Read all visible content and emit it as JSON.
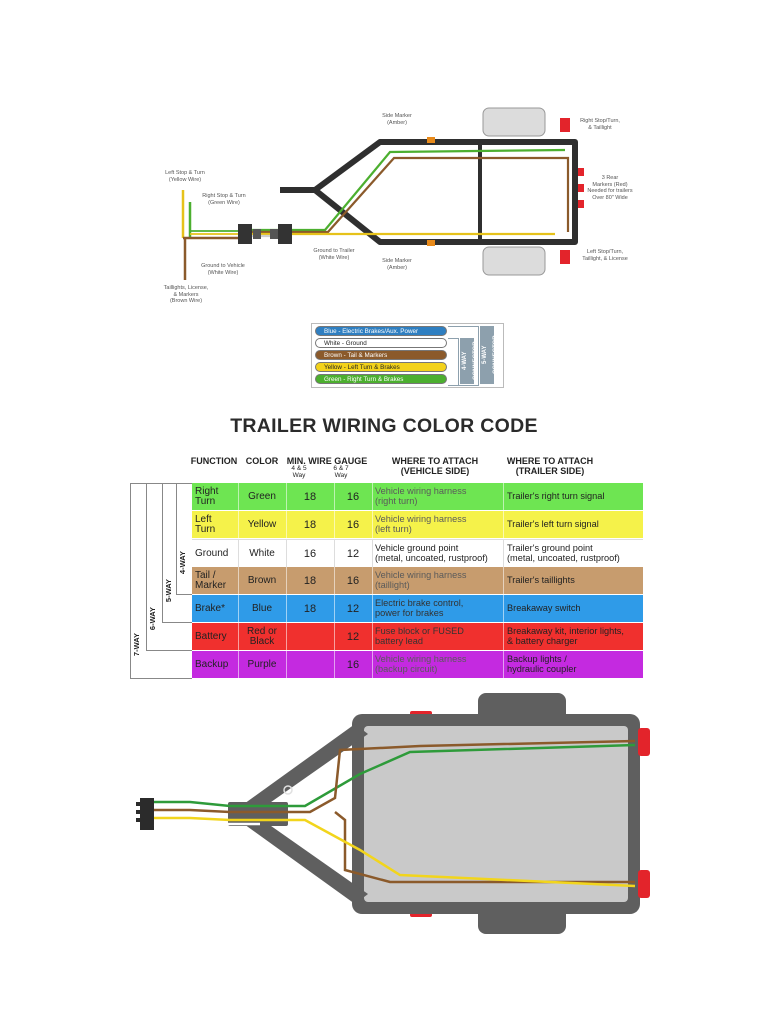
{
  "top_diagram": {
    "labels": {
      "side_marker_top": "Side Marker\n(Amber)",
      "right_stop_turn": "Right Stop/Turn,\n& Taillight",
      "three_rear_markers": "3 Rear\nMarkers (Red)\nNeeded for trailers\nOver 80\" Wide",
      "left_stop_turn_wire": "Left Stop & Turn\n(Yellow Wire)",
      "right_stop_turn_wire": "Right Stop & Turn\n(Green Wire)",
      "ground_to_vehicle": "Ground to Vehicle\n(White Wire)",
      "ground_to_trailer": "Ground to Trailer\n(White Wire)",
      "side_marker_bottom": "Side Marker\n(Amber)",
      "left_stop_turn_tail": "Left Stop/Turn,\nTaillight, & License",
      "taillights_license": "Taillights, License,\n& Markers\n(Brown Wire)"
    }
  },
  "legend": {
    "items": [
      {
        "label": "Blue - Electric Brakes/Aux. Power",
        "color": "#2f7fc1",
        "text_color": "#ffffff"
      },
      {
        "label": "White - Ground",
        "color": "#ffffff",
        "text_color": "#222222"
      },
      {
        "label": "Brown - Tail & Markers",
        "color": "#8b5a2b",
        "text_color": "#ffffff"
      },
      {
        "label": "Yellow - Left Turn & Brakes",
        "color": "#f3d21b",
        "text_color": "#222222"
      },
      {
        "label": "Green - Right Turn & Brakes",
        "color": "#4caf2f",
        "text_color": "#ffffff"
      }
    ],
    "connector_4way": "4-WAY CONNECTOR",
    "connector_5way": "5-WAY CONNECTOR"
  },
  "title": "TRAILER WIRING COLOR CODE",
  "table": {
    "headers": {
      "function": "FUNCTION",
      "color": "COLOR",
      "min_wire_gauge": "MIN. WIRE GAUGE",
      "gauge_45": "4 & 5\nWay",
      "gauge_67": "6 & 7\nWay",
      "vehicle_side": "WHERE TO ATTACH\n(VEHICLE SIDE)",
      "trailer_side": "WHERE TO ATTACH\n(TRAILER SIDE)"
    },
    "way_labels": [
      "7-WAY",
      "6-WAY",
      "5-WAY",
      "4-WAY"
    ],
    "rows": [
      {
        "function": "Right\nTurn",
        "color": "Green",
        "g45": "18",
        "g67": "16",
        "vehicle": "Vehicle wiring harness\n(right turn)",
        "trailer": "Trailer's right turn signal",
        "bg": "#6ee552",
        "vehicle_color": "#5a5a5a"
      },
      {
        "function": "Left\nTurn",
        "color": "Yellow",
        "g45": "18",
        "g67": "16",
        "vehicle": "Vehicle wiring harness\n(left turn)",
        "trailer": "Trailer's left turn signal",
        "bg": "#f5f24a",
        "vehicle_color": "#5a5a5a"
      },
      {
        "function": "Ground",
        "color": "White",
        "g45": "16",
        "g67": "12",
        "vehicle": "Vehicle ground point\n(metal, uncoated, rustproof)",
        "trailer": "Trailer's ground point\n(metal, uncoated, rustproof)",
        "bg": "#ffffff",
        "vehicle_color": "#222222"
      },
      {
        "function": "Tail /\nMarker",
        "color": "Brown",
        "g45": "18",
        "g67": "16",
        "vehicle": "Vehicle wiring harness\n(taillight)",
        "trailer": "Trailer's taillights",
        "bg": "#c79c6e",
        "vehicle_color": "#5a5a5a"
      },
      {
        "function": "Brake*",
        "color": "Blue",
        "g45": "18",
        "g67": "12",
        "vehicle": "Electric brake control,\npower for brakes",
        "trailer": "Breakaway switch",
        "bg": "#2f9be8",
        "vehicle_color": "#333333"
      },
      {
        "function": "Battery",
        "color": "Red or\nBlack",
        "g45": "",
        "g67": "12",
        "vehicle": "Fuse block or FUSED\nbattery lead",
        "trailer": "Breakaway kit, interior lights,\n& battery charger",
        "bg": "#f0302e",
        "vehicle_color": "#333333"
      },
      {
        "function": "Backup",
        "color": "Purple",
        "g45": "",
        "g67": "16",
        "vehicle": "Vehicle wiring harness\n(backup circuit)",
        "trailer": "Backup lights /\nhydraulic coupler",
        "bg": "#c42ae0",
        "vehicle_color": "#5a5a5a"
      }
    ]
  },
  "colors": {
    "frame": "#5f5f5f",
    "body": "#c9c9c9",
    "lamp_red": "#e3242b",
    "wire_green": "#2e9b3a",
    "wire_brown": "#8b5a2b",
    "wire_yellow": "#f2d51c",
    "wire_white": "#ffffff"
  }
}
